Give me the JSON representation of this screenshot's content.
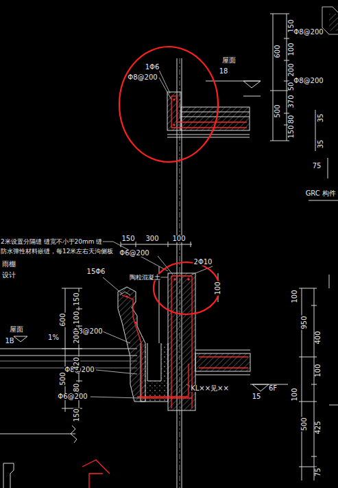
{
  "diagram": {
    "labels": [
      "150",
      "600",
      "100",
      "200",
      "Φ8@200",
      "50",
      "370",
      "Φ8@200",
      "500",
      "80",
      "150",
      "35",
      "35",
      "75",
      "GRC 构件",
      "1Φ6",
      "Φ8@200",
      "屋面",
      "18",
      "2米设置分隔缝 缝宽不小于20mm 缝",
      "防水弹性材料嵌缝，每12米左右天沟侧板",
      "雨棚",
      "设计",
      "150",
      "300",
      "100",
      "Φ6@200",
      "2Φ10",
      "100",
      "15Φ6",
      "陶粒混凝土",
      "Φ8@200",
      "Φ8@200",
      "Φ6@200",
      "KL××见××",
      "150",
      "600",
      "100",
      "200",
      "420",
      "500",
      "80",
      "150",
      "屋面",
      "1B",
      "1%",
      "6F",
      "15",
      "100",
      "950",
      "400",
      "100",
      "100",
      "500",
      "425",
      "75"
    ]
  }
}
